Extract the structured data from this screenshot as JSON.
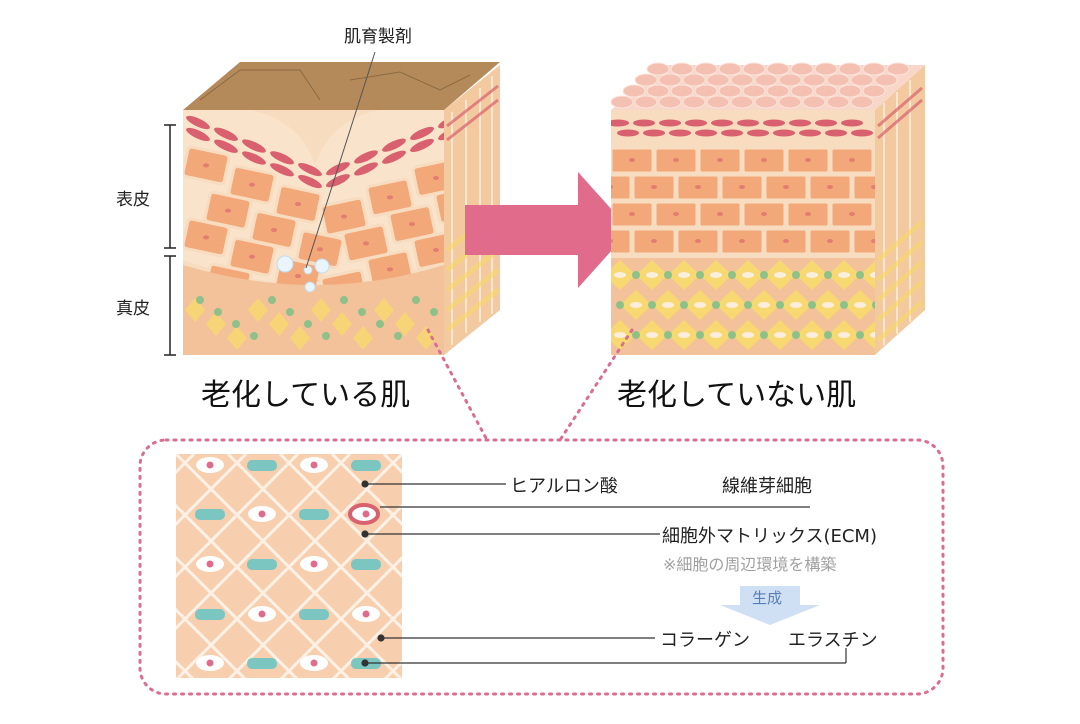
{
  "labels": {
    "agent": "肌育製剤",
    "epidermis": "表皮",
    "dermis": "真皮",
    "aged_skin": "老化している肌",
    "young_skin": "老化していない肌"
  },
  "legend": {
    "hyaluronic": "ヒアルロン酸",
    "fibroblast": "線維芽細胞",
    "ecm": "細胞外マトリックス(ECM)",
    "ecm_note": "※細胞の周辺環境を構築",
    "produce": "生成",
    "collagen": "コラーゲン",
    "elastin": "エラスチン"
  },
  "colors": {
    "arrow": "#e06b8b",
    "dotted_border": "#d96e90",
    "cell_fill": "#f2a878",
    "cell_border": "#f7dcc0",
    "stratum": "#d9606e",
    "yellow_fibers": "#f7d871",
    "teal": "#7cc6c2",
    "green_dot": "#8fc089"
  }
}
